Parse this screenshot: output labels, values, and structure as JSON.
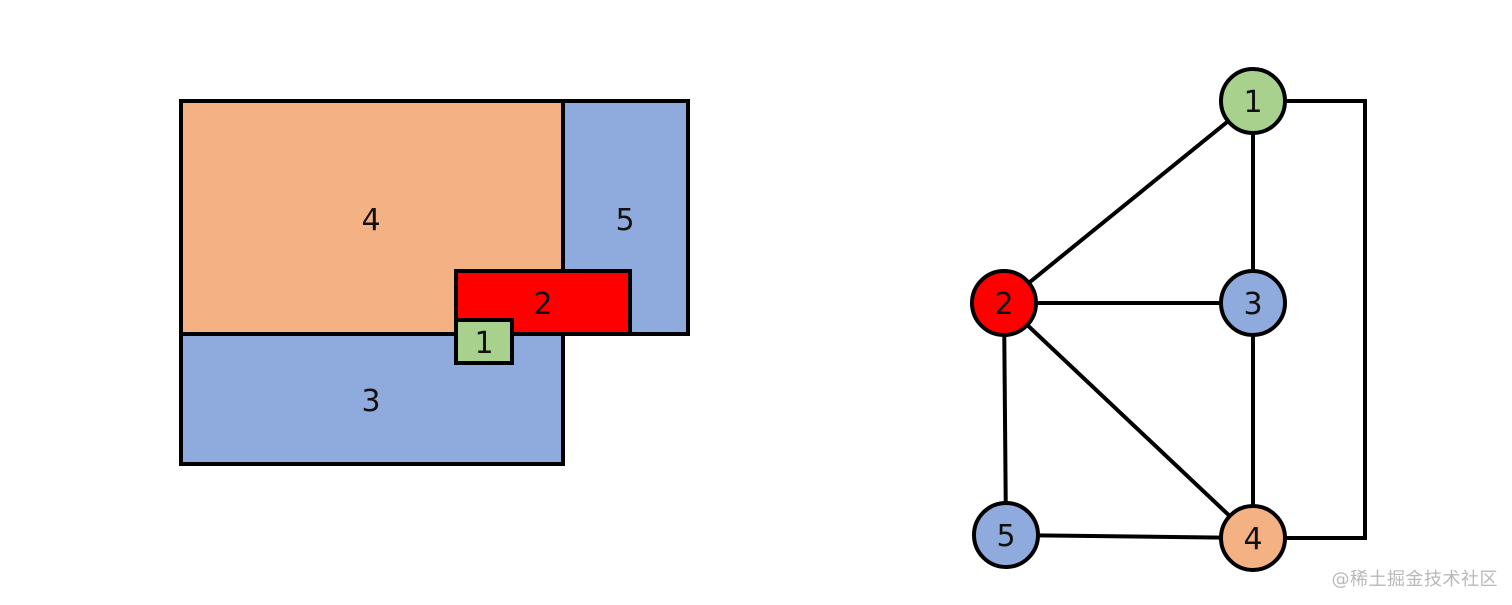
{
  "colors": {
    "green": "#a9d18e",
    "red": "#ff0000",
    "blue": "#8faadc",
    "orange": "#f4b183",
    "stroke": "#000000"
  },
  "regions": [
    {
      "id": "4",
      "label": "4",
      "color": "orange"
    },
    {
      "id": "5",
      "label": "5",
      "color": "blue"
    },
    {
      "id": "3",
      "label": "3",
      "color": "blue"
    },
    {
      "id": "2",
      "label": "2",
      "color": "red"
    },
    {
      "id": "1",
      "label": "1",
      "color": "green"
    }
  ],
  "graph": {
    "nodes": [
      {
        "id": "1",
        "label": "1",
        "color": "green"
      },
      {
        "id": "2",
        "label": "2",
        "color": "red"
      },
      {
        "id": "3",
        "label": "3",
        "color": "blue"
      },
      {
        "id": "4",
        "label": "4",
        "color": "orange"
      },
      {
        "id": "5",
        "label": "5",
        "color": "blue"
      }
    ],
    "edges": [
      [
        "1",
        "2"
      ],
      [
        "1",
        "3"
      ],
      [
        "1",
        "4"
      ],
      [
        "2",
        "3"
      ],
      [
        "2",
        "4"
      ],
      [
        "2",
        "5"
      ],
      [
        "3",
        "4"
      ],
      [
        "4",
        "5"
      ]
    ]
  },
  "watermark": "@稀土掘金技术社区"
}
